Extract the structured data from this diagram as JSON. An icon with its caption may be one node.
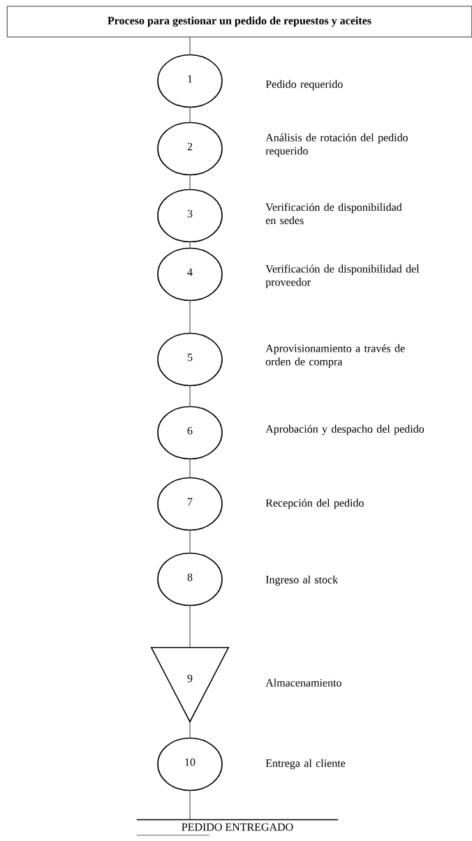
{
  "diagram": {
    "nodes": [
      {
        "text": [
          "Proceso para gestionar un pedido de repuestos y aceites"
        ]
      },
      {
        "text": [
          "1"
        ],
        "beside": [
          "Pedido requerido"
        ]
      },
      {
        "text": [
          "2"
        ],
        "beside": [
          "Análisis de rotación del pedido requerido"
        ]
      },
      {
        "text": [
          "3"
        ],
        "beside": [
          "Verificación de disponibilidad en sedes"
        ]
      },
      {
        "text": [
          "4"
        ],
        "beside": [
          "Verificación de disponibilidad del proveedor"
        ]
      },
      {
        "text": [
          "5"
        ],
        "beside": [
          "Aprovisionamiento a través de orden de compra"
        ]
      },
      {
        "text": [
          "6"
        ],
        "beside": [
          "Aprobación y despacho del pedido"
        ]
      },
      {
        "text": [
          "7"
        ],
        "beside": [
          "Recepción del pedido"
        ]
      },
      {
        "text": [
          "8"
        ],
        "beside": [
          "Ingreso al stock"
        ]
      },
      {
        "text": [
          "9"
        ],
        "beside": [
          "Almacenamiento"
        ]
      },
      {
        "text": [
          "10"
        ],
        "beside": [
          "Entrega al cliente"
        ]
      },
      {
        "text": [
          "PEDIDO ENTREGADO"
        ]
      }
    ],
    "edges": [
      {
        "from": 0,
        "to": 1,
        "arrow": "none"
      },
      {
        "from": 1,
        "to": 2,
        "arrow": "none"
      },
      {
        "from": 2,
        "to": 3,
        "arrow": "none"
      },
      {
        "from": 3,
        "to": 4,
        "arrow": "none"
      },
      {
        "from": 4,
        "to": 5,
        "arrow": "none"
      },
      {
        "from": 5,
        "to": 6,
        "arrow": "none"
      },
      {
        "from": 6,
        "to": 7,
        "arrow": "none"
      },
      {
        "from": 7,
        "to": 8,
        "arrow": "none"
      },
      {
        "from": 8,
        "to": 9,
        "arrow": "none"
      },
      {
        "from": 9,
        "to": 10,
        "arrow": "none"
      },
      {
        "from": 10,
        "to": 11,
        "arrow": "none"
      }
    ]
  }
}
